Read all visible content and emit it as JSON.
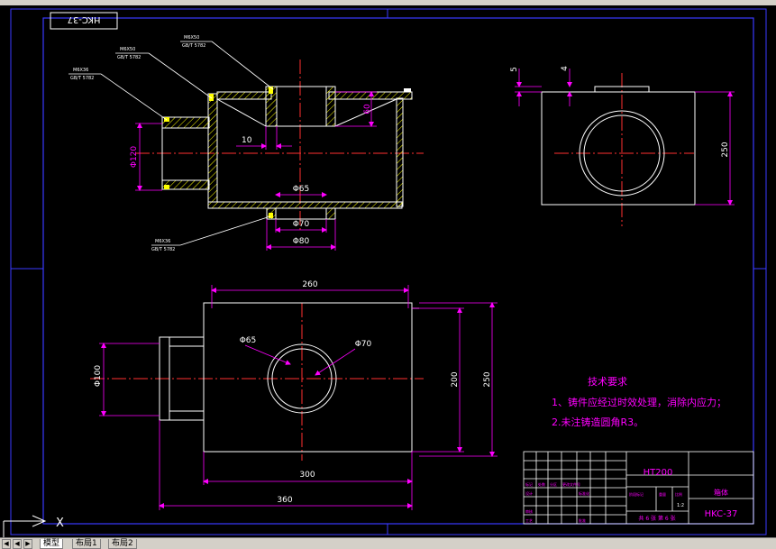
{
  "drawing": {
    "title_flipped": "HKC-37",
    "tech": {
      "heading": "技术要求",
      "line1": "1、铸件应经过时效处理，消除内应力；",
      "line2": "2.未注铸造圆角R3。"
    },
    "callouts": {
      "m6x50_a": "M6X50",
      "gb_a": "GB/T 5782",
      "m6x50_b": "M6X50",
      "gb_b": "GB/T 5782",
      "m6x36_a": "M6X36",
      "gb_c": "GB/T 5782",
      "m6x36_b": "M6X36",
      "gb_d": "GB/T 5782"
    },
    "dims": {
      "d120": "Φ120",
      "d10": "10",
      "d60": "60",
      "d65_front": "Φ65",
      "d70_front": "Φ70",
      "d80": "Φ80",
      "d5": "5",
      "d4": "4",
      "d250_side": "250",
      "d260": "260",
      "d65_top": "Φ65",
      "d70_top": "Φ70",
      "d100": "Φ100",
      "d200": "200",
      "d250_top": "250",
      "d300": "300",
      "d360": "360"
    },
    "title_block": {
      "material": "HT200",
      "part_name": "箱体",
      "drawing_no": "HKC-37",
      "scale": "1:2",
      "sheets": "共 6 张 第 6 张",
      "cells": [
        "标记",
        "处数",
        "分区",
        "更改文件号",
        "设计",
        "标准化",
        "审核",
        "工艺",
        "批准",
        "阶段标记",
        "重量",
        "比例"
      ]
    },
    "colors": {
      "background": "#000000",
      "outline": "#ffffff",
      "frame": "#3a3aff",
      "dimension": "#ff00ff",
      "center": "#ff3030",
      "section": "#ffff00",
      "text": "#ffffff"
    }
  },
  "ucs": {
    "x_label": "X"
  },
  "tabs": [
    {
      "label": "模型"
    },
    {
      "label": "布局1"
    },
    {
      "label": "布局2"
    }
  ]
}
